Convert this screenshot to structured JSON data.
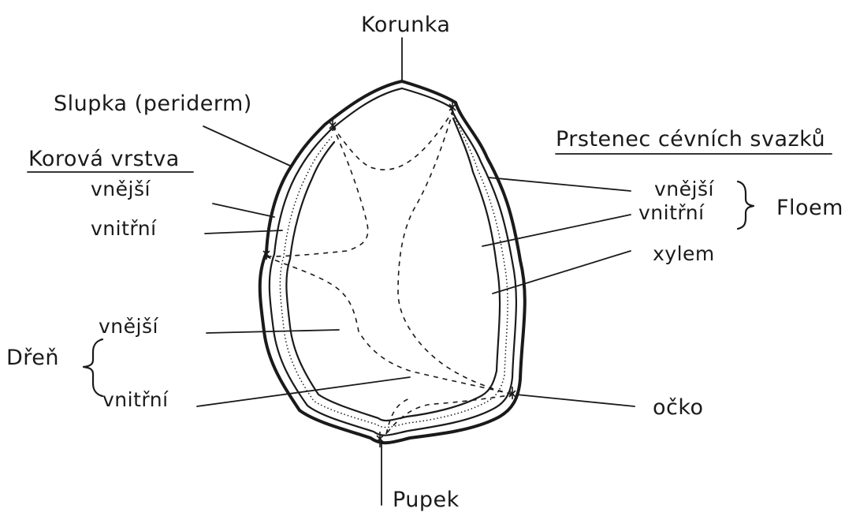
{
  "labels": {
    "korunka": "Korunka",
    "slupka": "Slupka (periderm)",
    "korova_vrstva": "Korová vrstva",
    "korova_vnejsi": "vnější",
    "korova_vnitrni": "vnitřní",
    "dren": "Dřeň",
    "dren_vnejsi": "vnější",
    "dren_vnitrni": "vnitřní",
    "prstenec": "Prstenec cévních svazků",
    "prstenec_vnejsi": "vnější",
    "prstenec_vnitrni": "vnitřní",
    "floem": "Floem",
    "xylem": "xylem",
    "ocko": "očko",
    "pupek": "Pupek"
  }
}
